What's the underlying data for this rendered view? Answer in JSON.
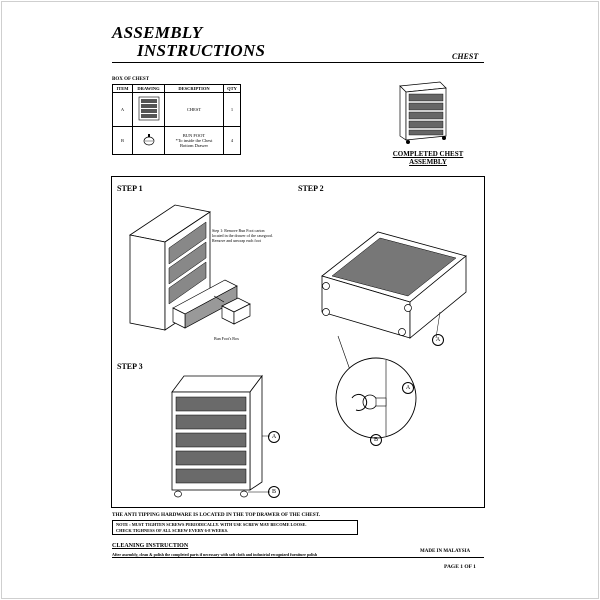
{
  "header": {
    "title_line1": "ASSEMBLY",
    "title_line2": "INSTRUCTIONS",
    "product": "CHEST"
  },
  "box": {
    "heading": "BOX OF CHEST",
    "columns": [
      "ITEM",
      "DRAWING",
      "DESCRIPTION",
      "QTY"
    ],
    "rows": [
      {
        "item": "A",
        "description": "CHEST",
        "qty": "1"
      },
      {
        "item": "B",
        "description": "BUN FOOT",
        "description_note_1": "*To inside the Chest",
        "description_note_2": "Bottom Drawer",
        "qty": "4"
      }
    ]
  },
  "completed": {
    "line1": "COMPLETED CHEST",
    "line2": "ASSEMBLY"
  },
  "steps": {
    "step1": {
      "label": "STEP 1",
      "text_1": "Step 1: Remove Bun Foot carton",
      "text_2": "located in the drawer of the casegood.",
      "text_3": "Remove and unwrap each foot",
      "box_label": "Bun Foot's Box"
    },
    "step2": {
      "label": "STEP 2",
      "callout_a": "A",
      "callout_a2": "A",
      "callout_b": "B"
    },
    "step3": {
      "label": "STEP 3",
      "callout_a": "A",
      "callout_b": "B"
    }
  },
  "footer": {
    "anti_tip": "THE ANTI TIPPING HARDWARE IS LOCATED IN THE TOP DRAWER OF THE CHEST.",
    "note_1": "NOTE : MUST TIGHTEN SCREWS PERIODICALLY. WITH USE SCREW MAY BECOME LOOSE.",
    "note_2": "CHECK TIGHNESS OF ALL SCREW EVERY 6-8 WEEKS.",
    "cleaning_heading": "CLEANING INSTRUCTION",
    "made_in": "MADE IN MALAYSIA",
    "cleaning_text": "After assembly, clean & polish the completed parts if necessary with soft cloth and industrial recognized furniture polish",
    "page": "PAGE 1 OF 1"
  }
}
